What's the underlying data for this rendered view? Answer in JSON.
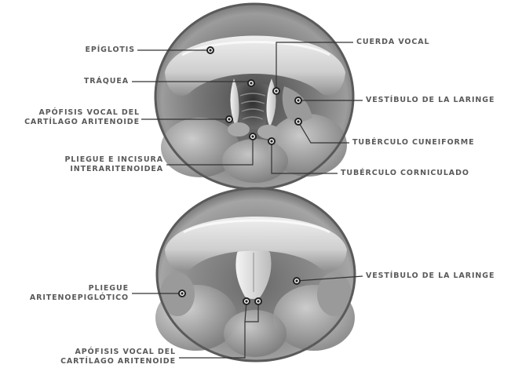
{
  "figure": {
    "colors": {
      "tissue_dark": "#5e5e5e",
      "tissue_mid": "#8e8e8e",
      "tissue_light": "#c9c9c9",
      "highlight": "#efefef",
      "leader": "#333333",
      "label_text": "#5a5a5a"
    },
    "top_view": {
      "labels": {
        "epiglotis": "EPÍGLOTIS",
        "traquea": "TRÁQUEA",
        "apofisis_vocal_line1": "APÓFISIS VOCAL DEL",
        "apofisis_vocal_line2": "CARTÍLAGO ARITENOIDE",
        "pliegue_incisura_line1": "PLIEGUE E INCISURA",
        "pliegue_incisura_line2": "INTERARITENOIDEA",
        "cuerda_vocal": "CUERDA VOCAL",
        "vestibulo": "VESTÍBULO DE LA LARINGE",
        "tuberculo_cuneiforme": "TUBÉRCULO CUNEIFORME",
        "tuberculo_corniculado": "TUBÉRCULO CORNICULADO"
      }
    },
    "bottom_view": {
      "labels": {
        "pliegue_aritenoepiglotico_line1": "PLIEGUE",
        "pliegue_aritenoepiglotico_line2": "ARITENOEPIGLÓTICO",
        "vestibulo": "VESTÍBULO DE LA LARINGE",
        "apofisis_vocal_line1": "APÓFISIS VOCAL DEL",
        "apofisis_vocal_line2": "CARTÍLAGO ARITENOIDE"
      }
    }
  }
}
